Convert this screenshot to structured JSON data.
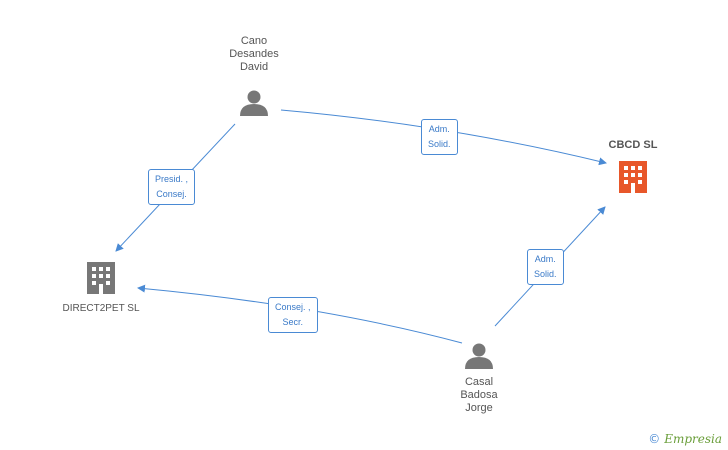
{
  "nodes": {
    "cano": {
      "name": "Cano\nDesandes\nDavid"
    },
    "casal": {
      "name": "Casal\nBadosa\nJorge"
    },
    "cbcd": {
      "name": "CBCD SL",
      "color": "#e8572a"
    },
    "direct2pet": {
      "name": "DIRECT2PET  SL",
      "color": "#777777"
    }
  },
  "relations": {
    "cano_to_direct2pet": "Presid. ,\nConsej.",
    "cano_to_cbcd": "Adm.\nSolid.",
    "casal_to_direct2pet": "Consej. ,\nSecr.",
    "casal_to_cbcd": "Adm.\nSolid."
  },
  "colors": {
    "edge": "#4a8ad4",
    "person_icon": "#777777"
  },
  "watermark": {
    "copyright": "©",
    "brand": "Empresia"
  }
}
